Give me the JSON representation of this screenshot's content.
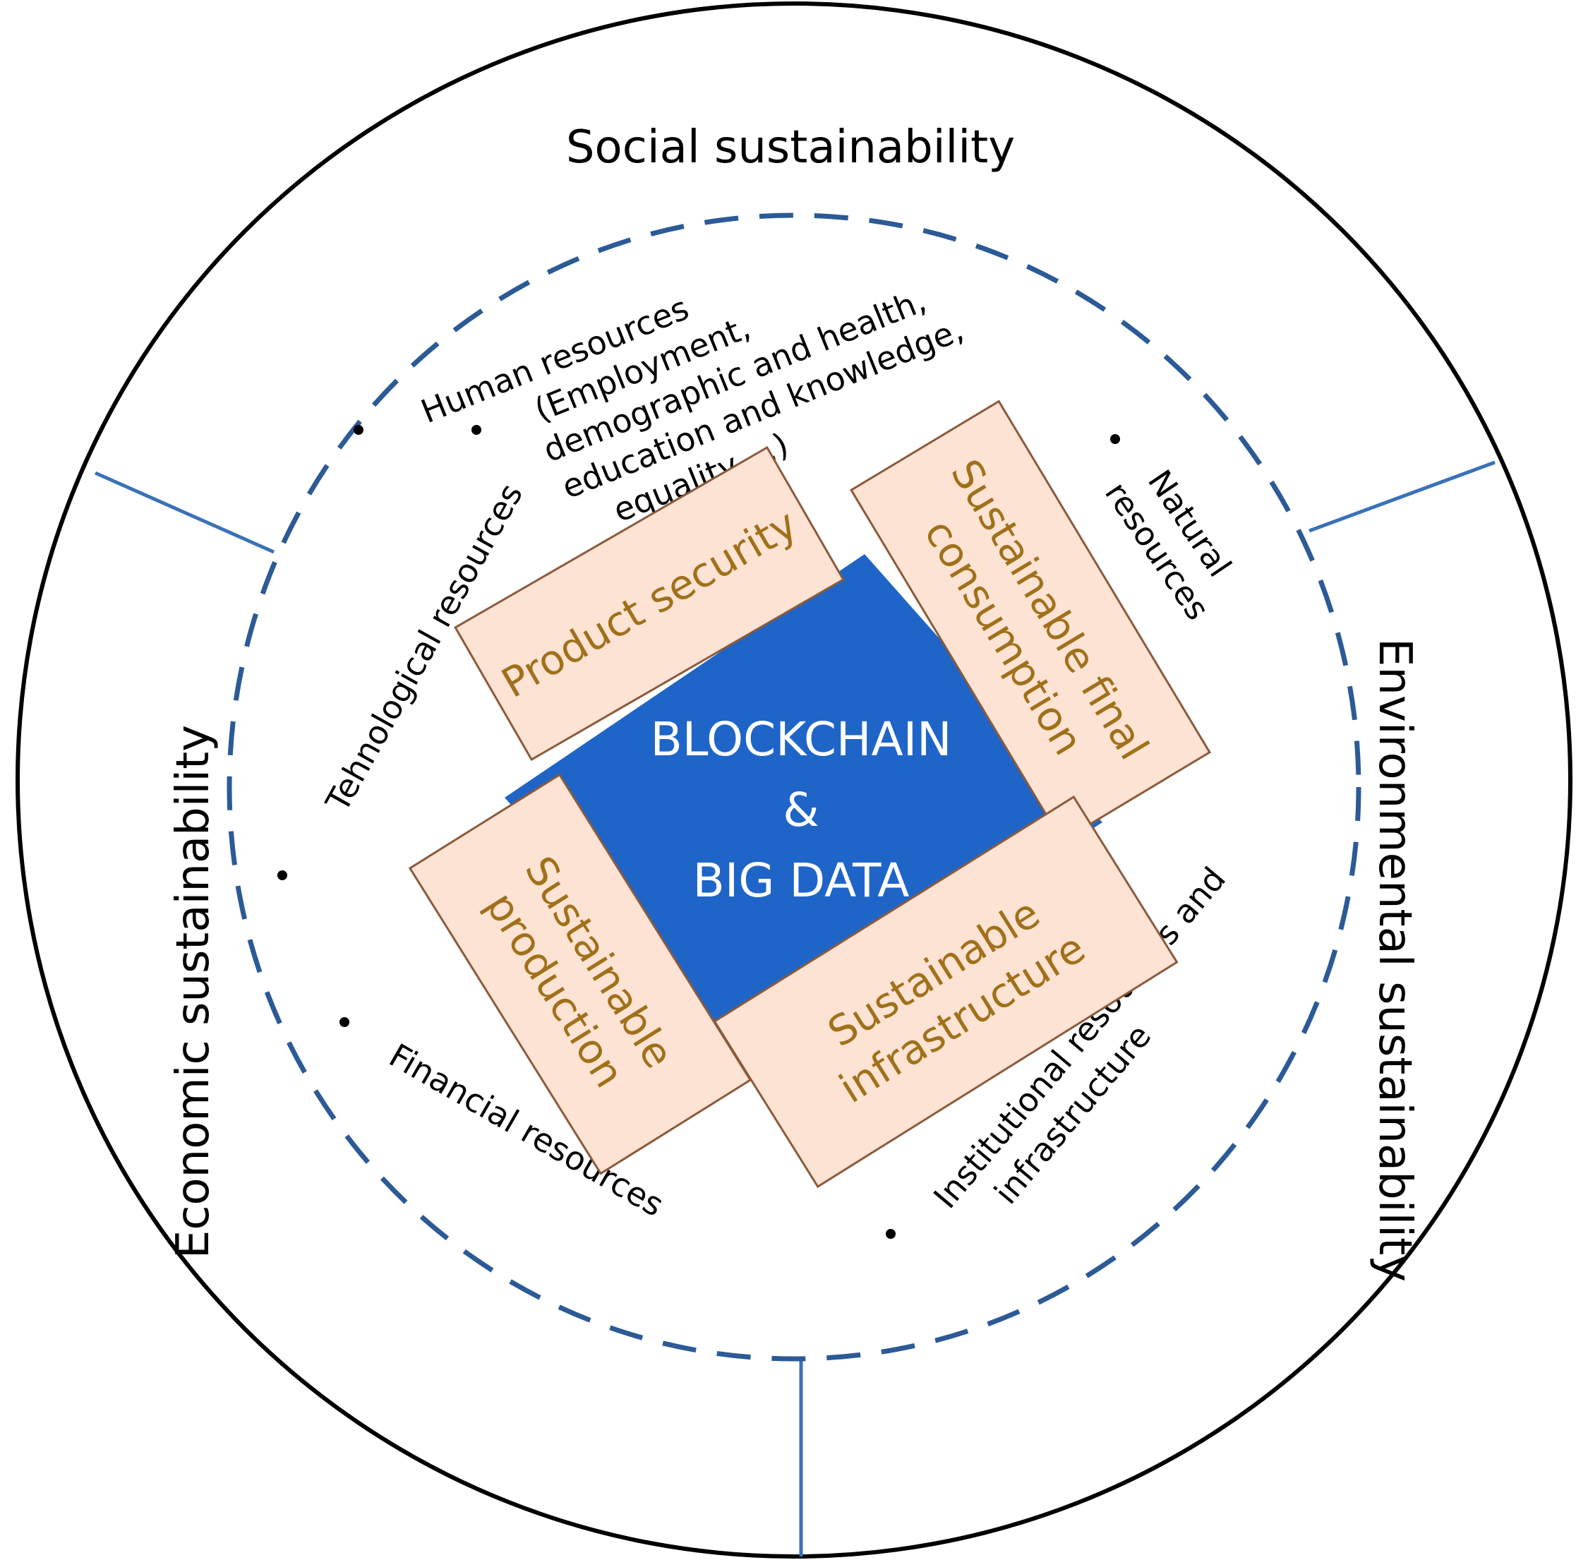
{
  "pillars": {
    "social": "Social sustainability",
    "economic": "Economic sustainability",
    "environmental": "Environmental sustainability"
  },
  "resources": {
    "human": {
      "lines": [
        "Human resources",
        "(Employment,",
        "demographic and health,",
        "education and knowledge,",
        "equality,...)"
      ]
    },
    "technological": {
      "lines": [
        "Tehnological resources"
      ]
    },
    "natural": {
      "lines": [
        "Natural",
        "resources"
      ]
    },
    "financial": {
      "lines": [
        "Financial resources"
      ]
    },
    "institutional": {
      "lines": [
        "Institutional resources  and",
        "infrastructure"
      ]
    }
  },
  "pillars_boxes": {
    "product_security": {
      "lines": [
        "Product security"
      ]
    },
    "final_consumption": {
      "lines": [
        "Sustainable final",
        "consumption"
      ]
    },
    "production": {
      "lines": [
        "Sustainable",
        "production"
      ]
    },
    "infrastructure": {
      "lines": [
        "Sustainable",
        "infrastructure"
      ]
    }
  },
  "core": {
    "lines": [
      "BLOCKCHAIN",
      "&",
      "BIG DATA"
    ]
  },
  "colors": {
    "core_fill": "#1f65c8",
    "box_fill": "#fde3d3",
    "box_stroke": "#8a5a3c",
    "box_text": "#a0701a",
    "dashed_circle": "#2c5a96",
    "divider": "#3a72b8",
    "outer_circle": "#000000"
  }
}
